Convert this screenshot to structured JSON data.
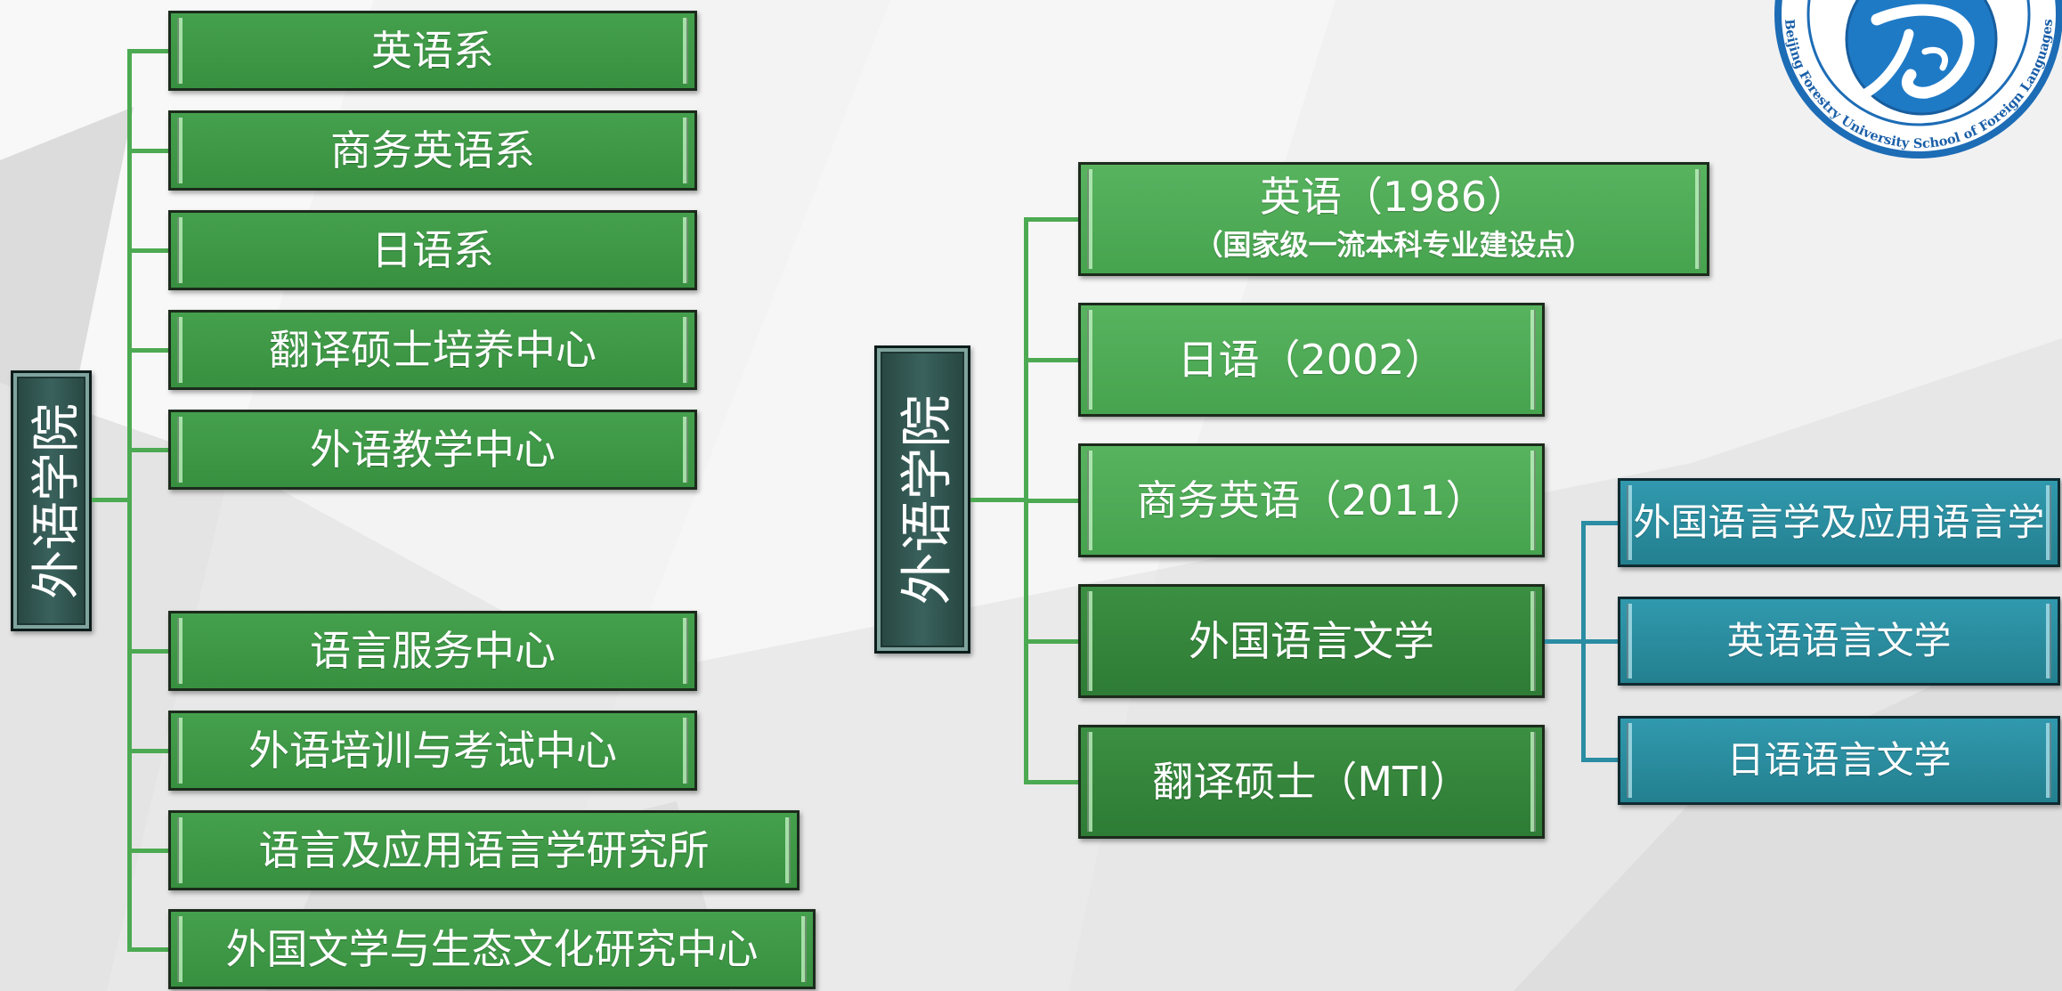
{
  "left_tree": {
    "root_label": "外语学院",
    "items": [
      "英语系",
      "商务英语系",
      "日语系",
      "翻译硕士培养中心",
      "外语教学中心",
      "语言服务中心",
      "外语培训与考试中心",
      "语言及应用语言学研究所",
      "外国文学与生态文化研究中心"
    ]
  },
  "right_tree": {
    "root_label": "外语学院",
    "majors": [
      {
        "label": "英语（1986）",
        "note": "（国家级一流本科专业建设点）"
      },
      {
        "label": "日语（2002）"
      },
      {
        "label": "商务英语（2011）"
      },
      {
        "label": "外国语言文学"
      },
      {
        "label": "翻译硕士（MTI）"
      }
    ],
    "sub_disciplines": [
      "外国语言学及应用语言学",
      "英语语言文学",
      "日语语言文学"
    ]
  },
  "logo": {
    "text": "Beijing Forestry University School of Foreign Languages",
    "emblem_icon": "calligraphy-emblem-icon"
  },
  "colors": {
    "connector_green": "#4caa52",
    "connector_teal": "#2a8da3",
    "box_green": "#3f9a48",
    "box_green_light": "#4fad57",
    "box_green_dark": "#35873c",
    "box_teal": "#2a89a0",
    "root_box": "#2f5551",
    "logo_blue": "#1d6cb6"
  }
}
